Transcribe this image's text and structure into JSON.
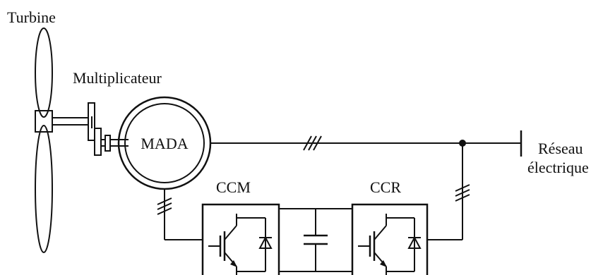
{
  "labels": {
    "turbine": "Turbine",
    "multiplier": "Multiplicateur",
    "machine": "MADA",
    "grid_line1": "Réseau",
    "grid_line2": "électrique",
    "converter_machine": "CCM",
    "converter_grid": "CCR"
  }
}
